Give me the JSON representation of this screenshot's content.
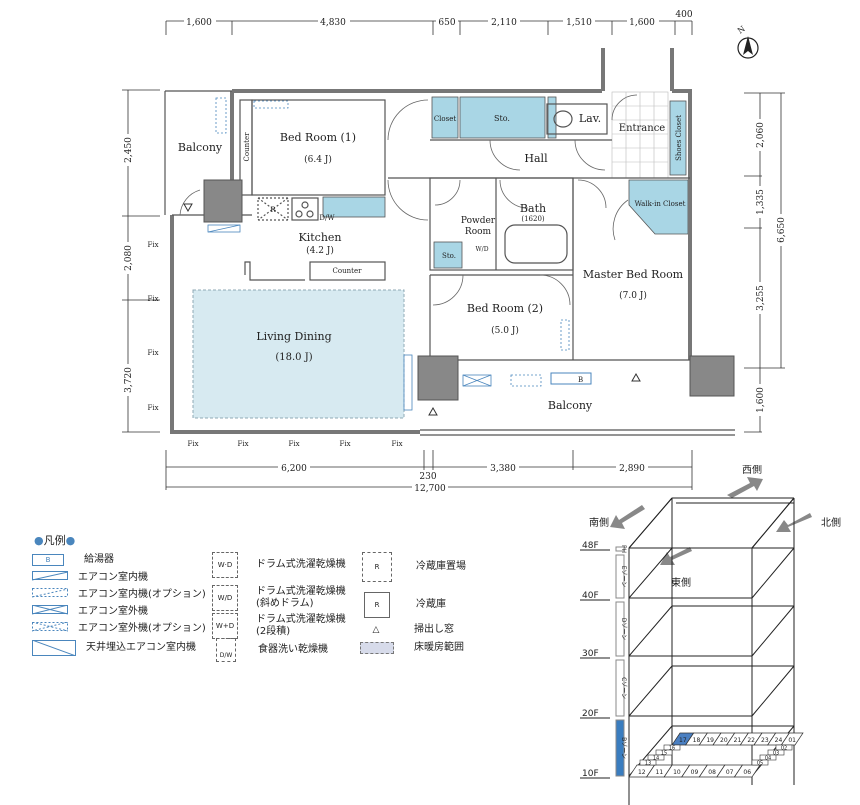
{
  "compass": {
    "label": "N"
  },
  "dimensions": {
    "top": [
      "1,600",
      "4,830",
      "650",
      "2,110",
      "1,510",
      "1,600",
      "400"
    ],
    "left": [
      "2,450",
      "2,080",
      "3,720"
    ],
    "right": [
      "2,060",
      "1,335",
      "3,255",
      "1,600"
    ],
    "right_total": "6,650",
    "bottom": [
      "6,200",
      "230",
      "3,380",
      "2,890"
    ],
    "bottom_total": "12,700"
  },
  "rooms": {
    "balcony_west": "Balcony",
    "counter_vertical": "Counter",
    "bedroom1": "Bed Room (1)",
    "bedroom1_size": "(6.4 J)",
    "closet": "Closet",
    "sto1": "Sto.",
    "lav": "Lav.",
    "entrance": "Entrance",
    "shoes_closet": "Shoes Closet",
    "hall": "Hall",
    "kitchen": "Kitchen",
    "kitchen_size": "(4.2 J)",
    "counter": "Counter",
    "fridge": "R",
    "dishwasher": "D/W",
    "powder_room_1": "Powder",
    "powder_room_2": "Room",
    "bath": "Bath",
    "bath_size": "(1620)",
    "washer": "W/D",
    "sto2": "Sto.",
    "walk_in_closet": "Walk-in Closet",
    "master_bedroom": "Master Bed Room",
    "master_bedroom_size": "(7.0 J)",
    "bedroom2": "Bed Room (2)",
    "bedroom2_size": "(5.0 J)",
    "living_dining": "Living Dining",
    "living_dining_size": "(18.0 J)",
    "balcony_east": "Balcony",
    "water_heater": "B"
  },
  "fix_labels": {
    "left": [
      "Fix",
      "Fix",
      "Fix",
      "Fix"
    ],
    "bottom": [
      "Fix",
      "Fix",
      "Fix",
      "Fix",
      "Fix"
    ]
  },
  "legend": {
    "title": "凡例",
    "items": [
      {
        "symbol": "B",
        "label": "給湯器"
      },
      {
        "label": "エアコン室内機"
      },
      {
        "label": "エアコン室内機(オプション)"
      },
      {
        "label": "エアコン室外機"
      },
      {
        "label": "エアコン室外機(オプション)"
      },
      {
        "label": "天井埋込エアコン室内機"
      },
      {
        "symbol": "W·D",
        "label": "ドラム式洗濯乾燥機"
      },
      {
        "symbol": "W/D",
        "label": "ドラム式洗濯乾燥機",
        "label2": "(斜めドラム)"
      },
      {
        "symbol": "W+D",
        "label": "ドラム式洗濯乾燥機",
        "label2": "(2段積)"
      },
      {
        "symbol": "D/W",
        "label": "食器洗い乾燥機"
      },
      {
        "symbol": "R",
        "label": "冷蔵庫置場"
      },
      {
        "symbol": "R",
        "label": "冷蔵庫"
      },
      {
        "symbol": "△",
        "label": "掃出し窓"
      },
      {
        "label": "床暖房範囲"
      }
    ]
  },
  "building": {
    "directions": {
      "west": "西側",
      "south": "南側",
      "north": "北側",
      "east": "東側"
    },
    "floors": [
      "48F",
      "40F",
      "30F",
      "20F",
      "10F"
    ],
    "zones": [
      "PH",
      "Eゾーン",
      "Dゾーン",
      "Cゾーン",
      "Bゾーン"
    ],
    "active_zone": "Bゾーン",
    "units_back": [
      "17",
      "18",
      "19",
      "20",
      "21",
      "22",
      "23",
      "24",
      "01"
    ],
    "units_left": [
      "16",
      "15",
      "14",
      "13"
    ],
    "units_right": [
      "02",
      "03",
      "04",
      "05"
    ],
    "units_front": [
      "12",
      "11",
      "10",
      "09",
      "08",
      "07",
      "06"
    ],
    "highlighted_unit": "17",
    "highlight_color": "#4a7fc1"
  },
  "colors": {
    "storage": "#a9d6e5",
    "floor_heating": "#d7eaf1",
    "wall": "#888888",
    "accent": "#4a86bd"
  }
}
